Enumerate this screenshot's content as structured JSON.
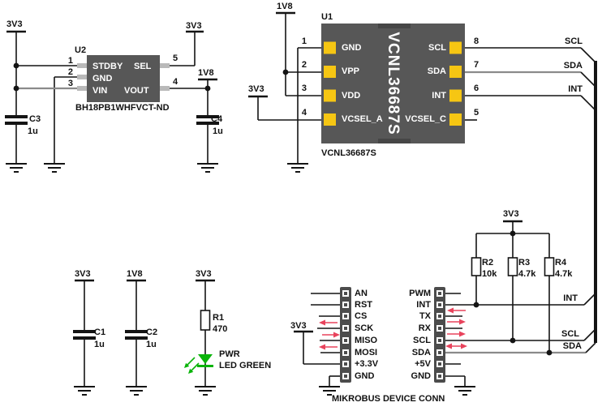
{
  "colors": {
    "wire": "#141414",
    "gray_wire": "#8a8a8a",
    "chip_body": "#575757",
    "chip_tab": "#464646",
    "pin_pad_yellow": "#f6c613",
    "header_body": "#4c4c4c",
    "arrow_red": "#e8435c",
    "led_green": "#0ab40a",
    "text": "#111111",
    "bg": "#ffffff"
  },
  "nets": {
    "v33": "3V3",
    "v18": "1V8",
    "scl": "SCL",
    "sda": "SDA",
    "int": "INT"
  },
  "u2": {
    "ref": "U2",
    "part": "BH18PB1WHFVCT-ND",
    "pins": {
      "n1": "1",
      "n2": "2",
      "n3": "3",
      "n4": "4",
      "n5": "5",
      "stdby": "STDBY",
      "sel": "SEL",
      "gnd": "GND",
      "vin": "VIN",
      "vout": "VOUT"
    }
  },
  "u1": {
    "ref": "U1",
    "part": "VCNL36687S",
    "die_text": "VCNL36687S",
    "left_pins": [
      {
        "num": "1",
        "name": "GND"
      },
      {
        "num": "2",
        "name": "VPP"
      },
      {
        "num": "3",
        "name": "VDD"
      },
      {
        "num": "4",
        "name": "VCSEL_A"
      }
    ],
    "right_pins": [
      {
        "num": "8",
        "name": "SCL"
      },
      {
        "num": "7",
        "name": "SDA"
      },
      {
        "num": "6",
        "name": "INT"
      },
      {
        "num": "5",
        "name": "VCSEL_C"
      }
    ]
  },
  "caps": {
    "c1": {
      "ref": "C1",
      "value": "1u"
    },
    "c2": {
      "ref": "C2",
      "value": "1u"
    },
    "c3": {
      "ref": "C3",
      "value": "1u"
    },
    "c4": {
      "ref": "C4",
      "value": "1u"
    }
  },
  "res": {
    "r1": {
      "ref": "R1",
      "value": "470"
    },
    "r2": {
      "ref": "R2",
      "value": "10k"
    },
    "r3": {
      "ref": "R3",
      "value": "4.7k"
    },
    "r4": {
      "ref": "R4",
      "value": "4.7k"
    }
  },
  "led": {
    "name": "PWR",
    "desc": "LED GREEN"
  },
  "mikrobus": {
    "title": "MIKROBUS DEVICE CONN",
    "left_pins": [
      "AN",
      "RST",
      "CS",
      "SCK",
      "MISO",
      "MOSI",
      "+3.3V",
      "GND"
    ],
    "right_pins": [
      "PWM",
      "INT",
      "TX",
      "RX",
      "SCL",
      "SDA",
      "+5V",
      "GND"
    ]
  }
}
